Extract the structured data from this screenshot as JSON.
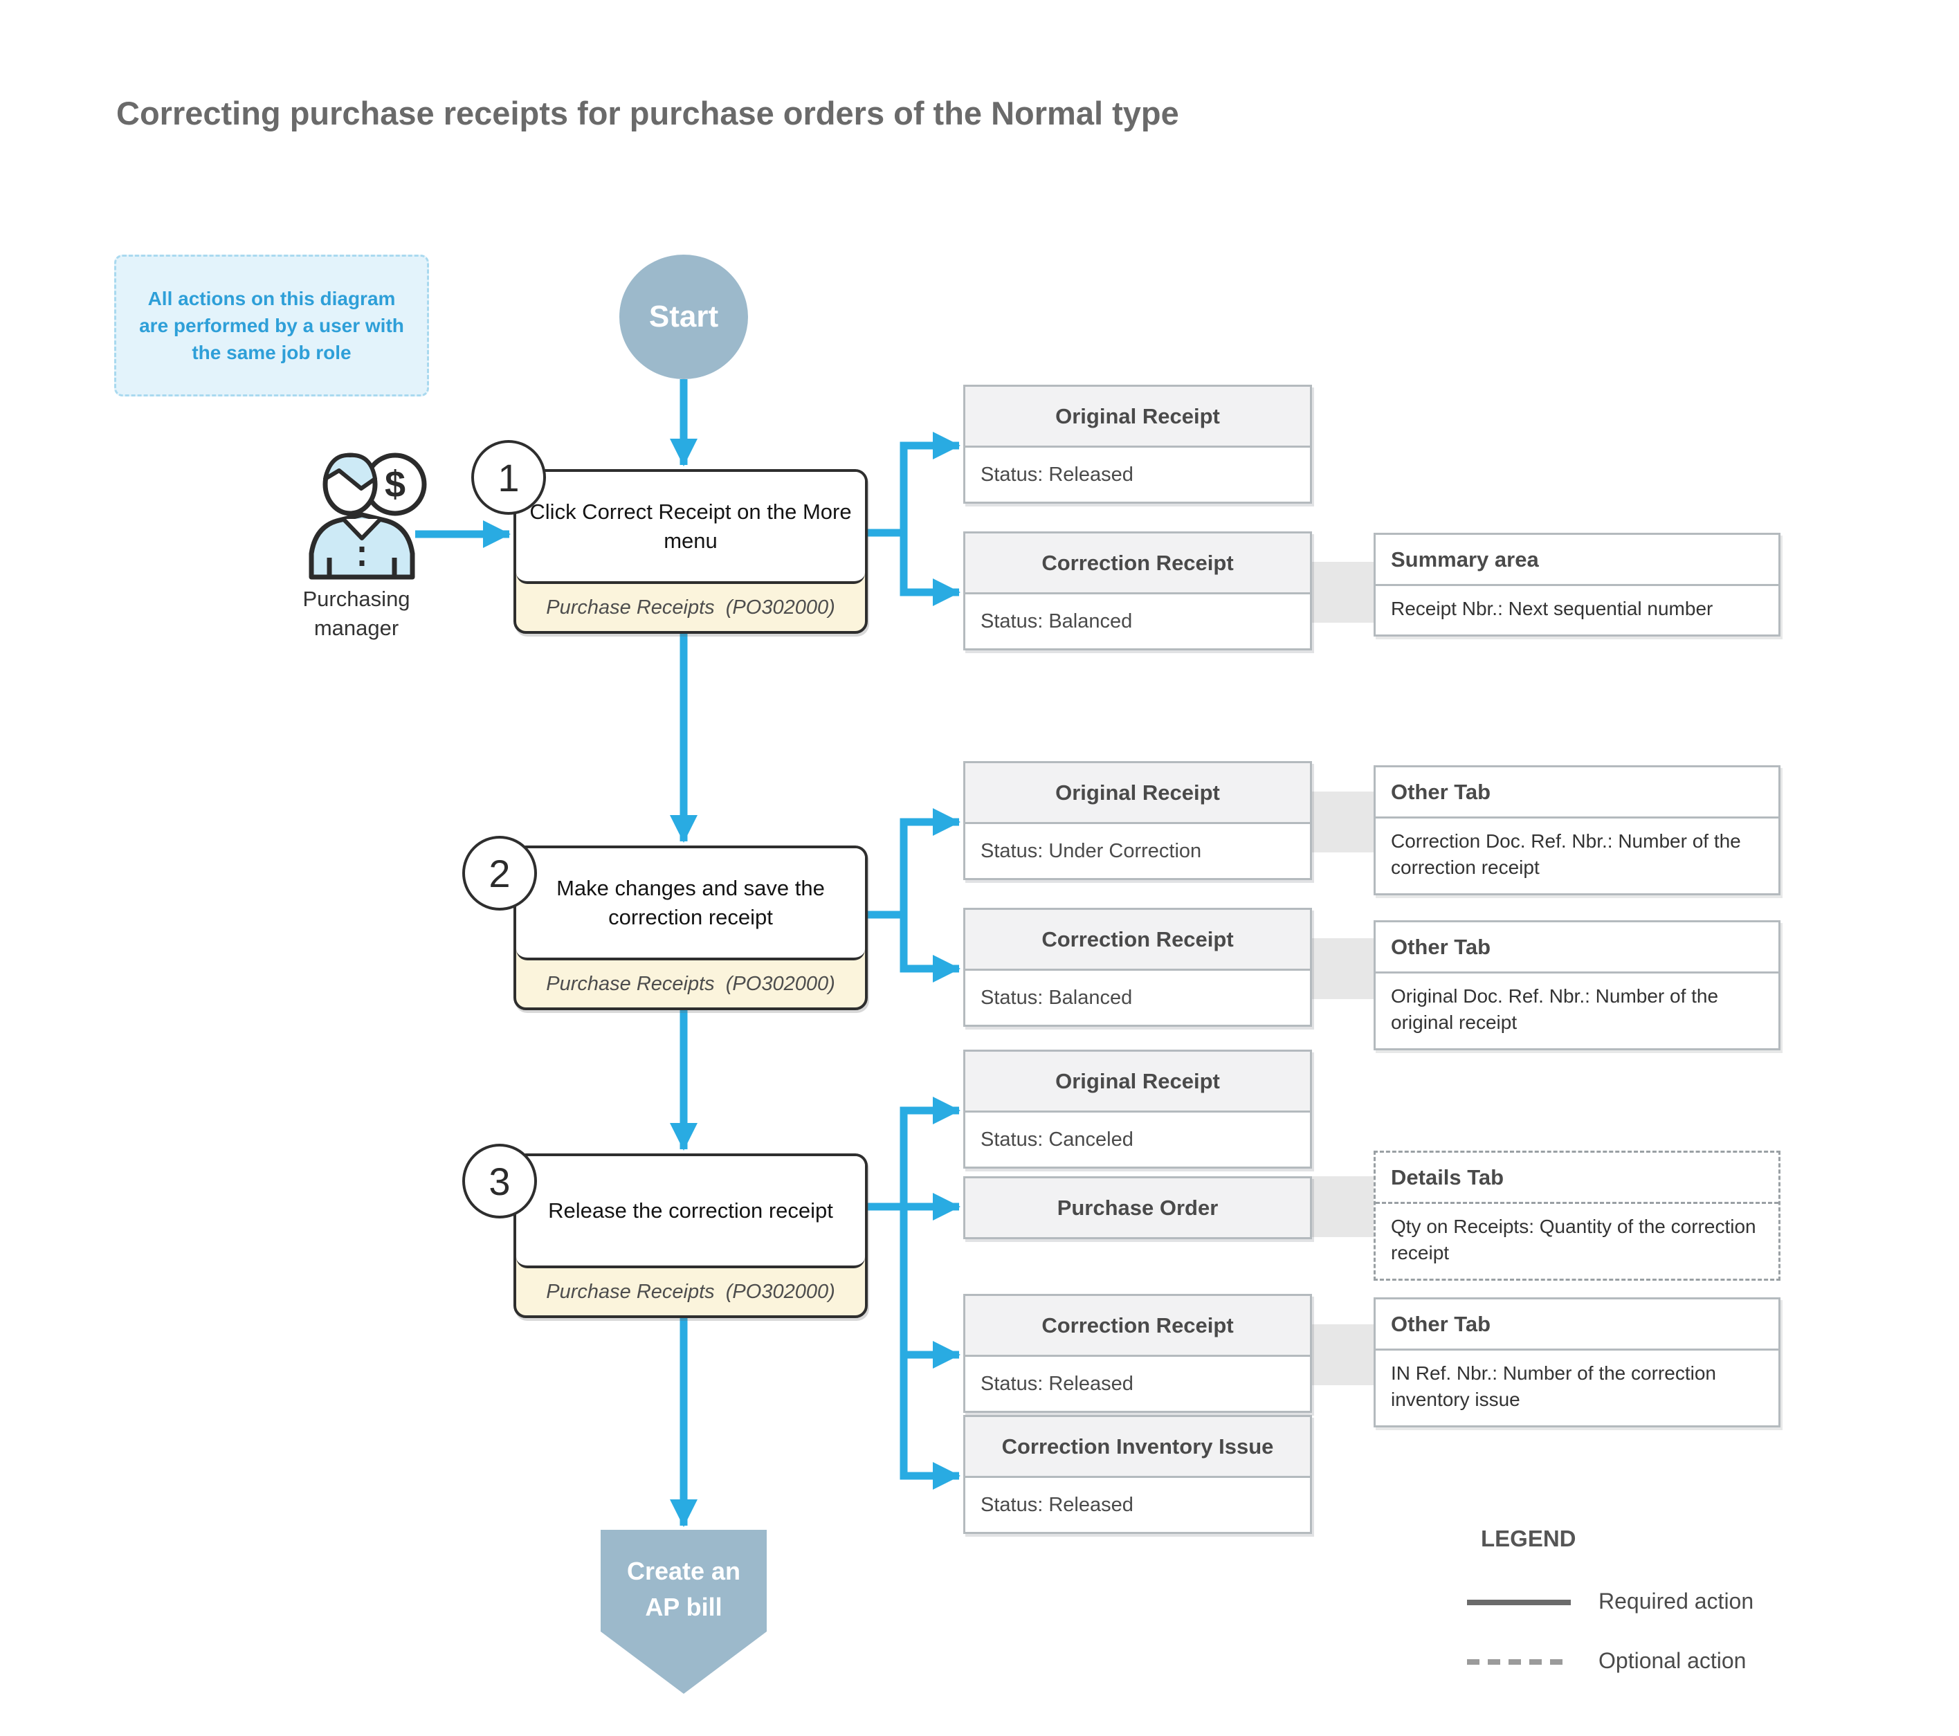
{
  "title": "Correcting purchase receipts for purchase orders of the Normal type",
  "note": {
    "lines": [
      "All actions on this diagram",
      "are performed by a user with",
      "the same job role"
    ]
  },
  "start": {
    "label": "Start"
  },
  "actor": {
    "label": "Purchasing manager",
    "icon_symbol": "$"
  },
  "steps": [
    {
      "number": "1",
      "action": "Click Correct Receipt on the More menu",
      "screen": "Purchase Receipts  (PO302000)",
      "documents": [
        {
          "title": "Original Receipt",
          "status": "Status: Released"
        },
        {
          "title": "Correction Receipt",
          "status": "Status: Balanced",
          "info": {
            "title": "Summary area",
            "body": "Receipt Nbr.: Next sequential number"
          }
        }
      ]
    },
    {
      "number": "2",
      "action": "Make changes and save the correction receipt",
      "screen": "Purchase Receipts  (PO302000)",
      "documents": [
        {
          "title": "Original Receipt",
          "status": "Status: Under Correction",
          "info": {
            "title": "Other Tab",
            "body": "Correction Doc. Ref. Nbr.: Number of the correction receipt"
          }
        },
        {
          "title": "Correction Receipt",
          "status": "Status: Balanced",
          "info": {
            "title": "Other Tab",
            "body": "Original Doc. Ref. Nbr.: Number of the original receipt"
          }
        }
      ]
    },
    {
      "number": "3",
      "action": "Release the correction receipt",
      "screen": "Purchase Receipts  (PO302000)",
      "documents": [
        {
          "title": "Original Receipt",
          "status": "Status: Canceled"
        },
        {
          "title": "Purchase Order",
          "info": {
            "title": "Details Tab",
            "body": "Qty on Receipts: Quantity of the correction receipt",
            "dashed": true
          }
        },
        {
          "title": "Correction Receipt",
          "status": "Status: Released",
          "info": {
            "title": "Other Tab",
            "body": "IN Ref. Nbr.: Number of the correction inventory issue"
          }
        },
        {
          "title": "Correction Inventory Issue",
          "status": "Status: Released"
        }
      ]
    }
  ],
  "end_node": {
    "lines": [
      "Create an",
      "AP bill"
    ]
  },
  "legend": {
    "title": "LEGEND",
    "items": [
      {
        "label": "Required action",
        "line": "solid"
      },
      {
        "label": "Optional action",
        "line": "dashed"
      }
    ]
  },
  "colors": {
    "accent_arrow": "#29ABE2",
    "terminal_fill": "#9CB9CB",
    "screen_footer_bg": "#FBF4DC",
    "note_bg": "#E3F3FB",
    "note_text": "#2E9FD8",
    "box_border": "#B4BABE",
    "header_fill": "#F2F2F3"
  }
}
